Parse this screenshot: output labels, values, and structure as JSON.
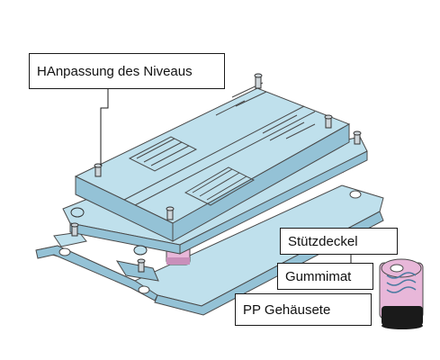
{
  "labels": {
    "level_adjustment": "HAnpassung des Niveaus",
    "support_cap": "Stützdeckel",
    "rubber_mat": "Gummimat",
    "pp_housing": "PP Gehäusete"
  },
  "colors": {
    "plate": "#bfe0ec",
    "plate_dark": "#94c2d6",
    "outline": "#4a4a4a",
    "rubber": "#e8b7d9",
    "rubber_dark": "#c98fba",
    "base": "#1a1a1a",
    "text": "#111111"
  },
  "icons": [
    "level-bolt-icon",
    "rubber-mount-icon",
    "slot-icon"
  ]
}
